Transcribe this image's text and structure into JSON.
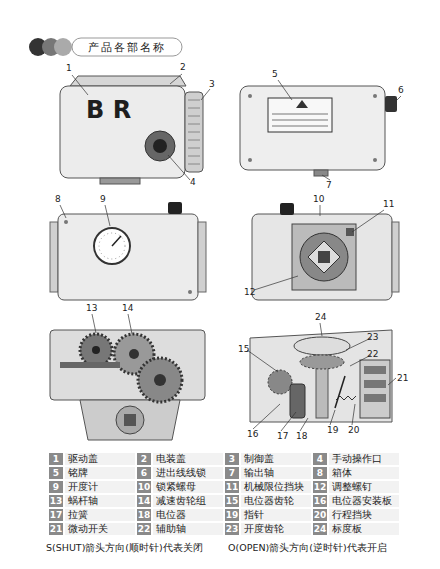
{
  "diagram": {
    "title": "产品各部名称",
    "labels": [
      "1",
      "2",
      "3",
      "4",
      "5",
      "6",
      "7",
      "8",
      "9",
      "10",
      "11",
      "12",
      "13",
      "14",
      "15",
      "16",
      "17",
      "18",
      "19",
      "20",
      "21",
      "22",
      "23",
      "24",
      "B R",
      "1",
      "驱动盖",
      "2",
      "电装盖",
      "3",
      "制御盖",
      "4",
      "手动操作口",
      "5",
      "铭牌",
      "6",
      "进出线线锁",
      "7",
      "输出轴",
      "8",
      "箱体",
      "9",
      "开度计",
      "10",
      "锁紧螺母",
      "11",
      "机械限位挡块",
      "12",
      "调整螺钉",
      "13",
      "蜗杆轴",
      "14",
      "减速齿轮组",
      "15",
      "电位器齿轮",
      "16",
      "电位器安装板",
      "17",
      "拉簧",
      "18",
      "电位器",
      "19",
      "指针",
      "20",
      "行程挡块",
      "21",
      "微动开关",
      "22",
      "辅助轴",
      "23",
      "开度齿轮",
      "24",
      "标度板",
      "S(SHUT)箭头方向(顺时针)代表关闭",
      "O(OPEN)箭头方向(逆时针)代表开启"
    ]
  }
}
